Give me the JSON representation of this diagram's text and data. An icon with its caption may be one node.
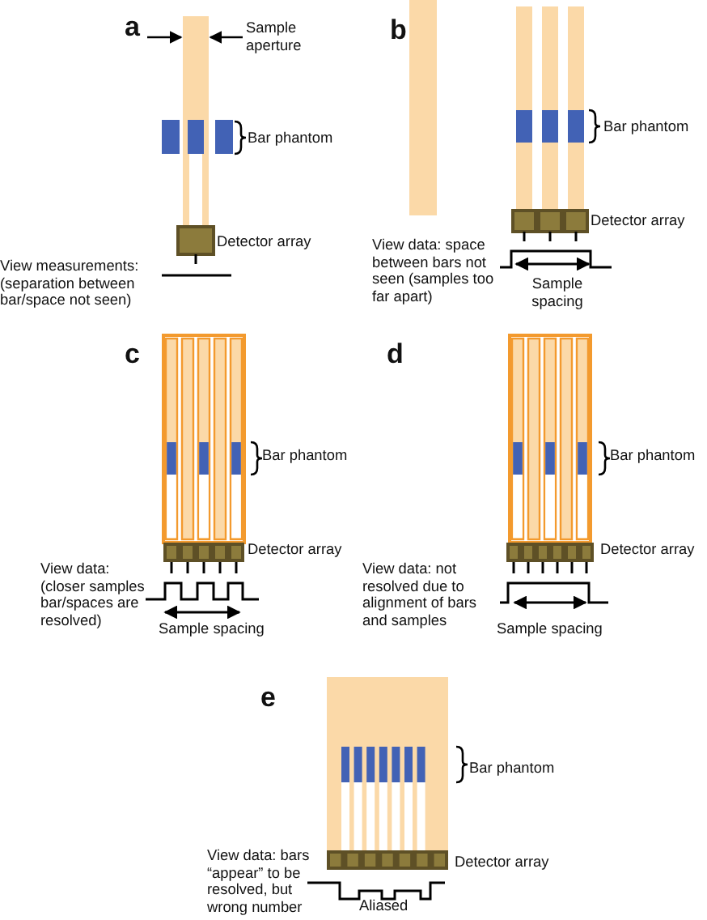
{
  "diagram": {
    "labels": [
      "a",
      "Sample aperture",
      "Bar phantom",
      "Detector array",
      "View measurements: (separation between bar/space not seen)",
      "b",
      "Bar phantom",
      "Detector array",
      "View data: space between bars not seen (samples too far apart)",
      "Sample spacing",
      "c",
      "Bar phantom",
      "Detector array",
      "View data: (closer samples bar/spaces are resolved)",
      "Sample spacing",
      "d",
      "Bar phantom",
      "Detector array",
      "View data: not resolved due to alignment of bars and samples",
      "Sample spacing",
      "e",
      "Bar phantom",
      "Detector array",
      "View data: bars “appear” to be resolved, but wrong number",
      "Aliased"
    ]
  }
}
